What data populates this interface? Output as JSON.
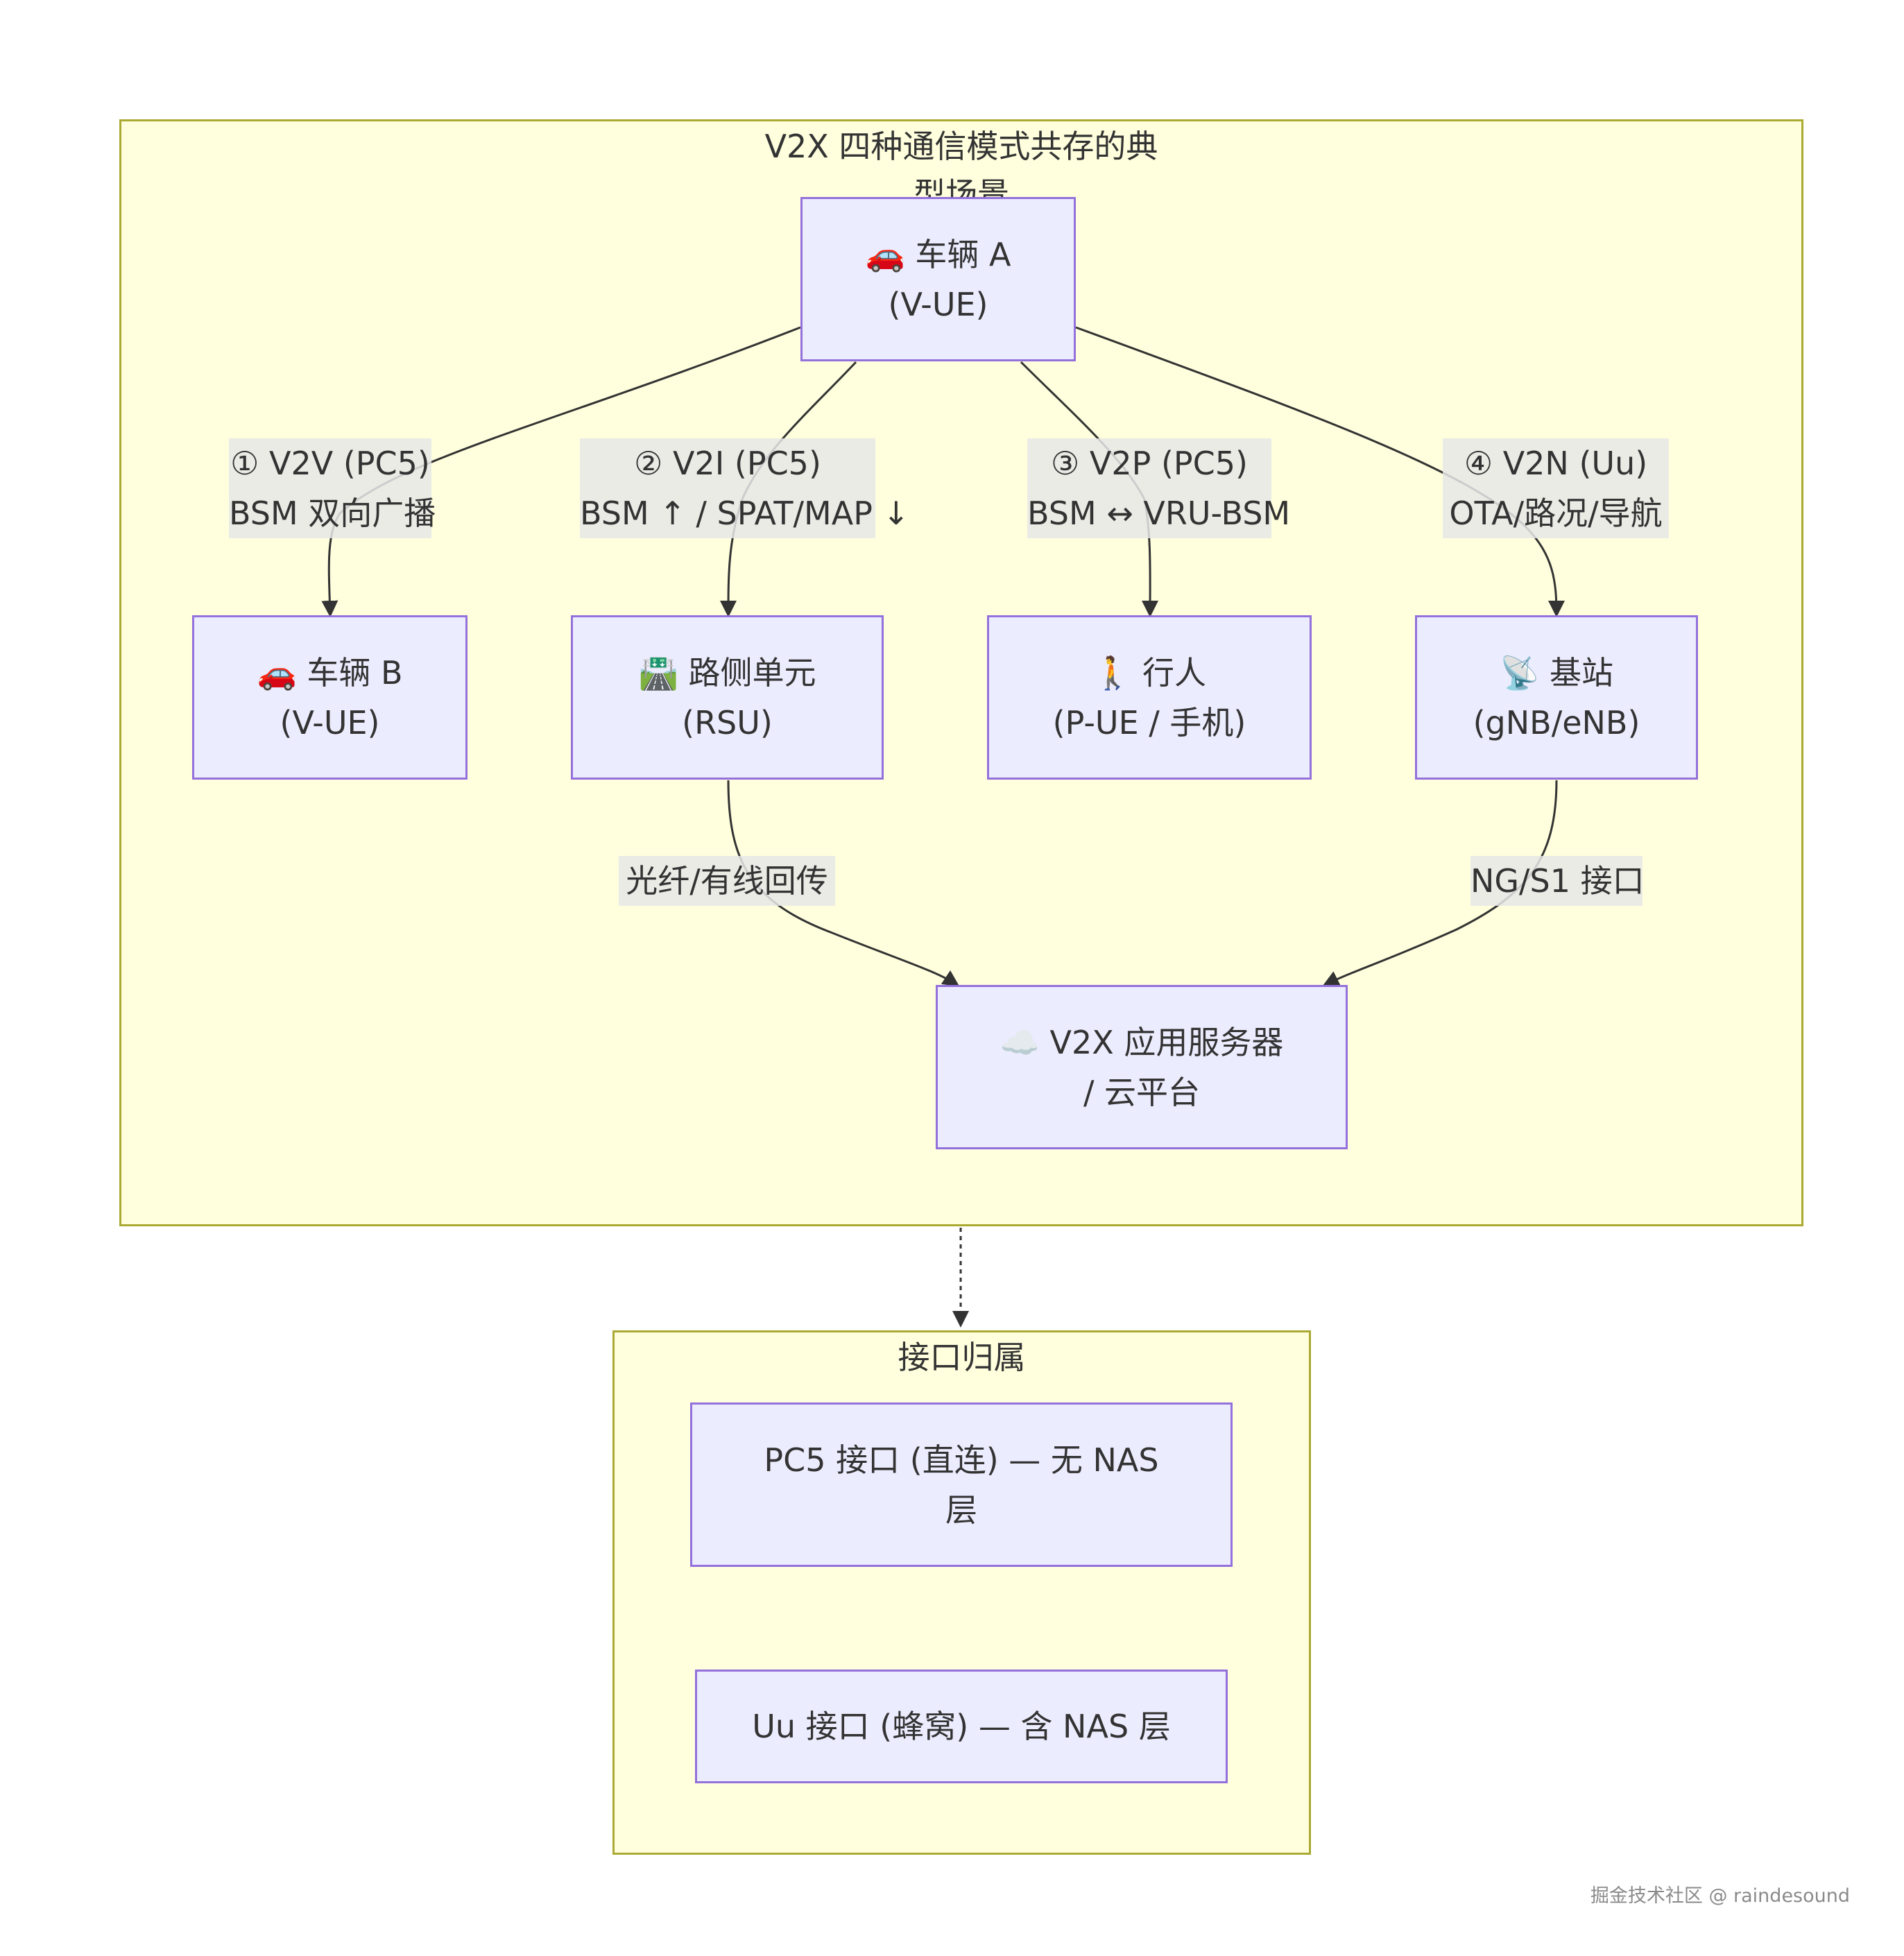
{
  "main_cluster": {
    "title_line1": "V2X 四种通信模式共存的典",
    "title_line2": "型场景"
  },
  "nodes": {
    "vehicle_a": {
      "line1": "🚗 车辆 A",
      "line2": "(V-UE)"
    },
    "vehicle_b": {
      "line1": "🚗 车辆 B",
      "line2": "(V-UE)"
    },
    "rsu": {
      "line1": "🛣️ 路侧单元",
      "line2": "(RSU)"
    },
    "pedestrian": {
      "line1": "🚶 行人",
      "line2": "(P-UE / 手机)"
    },
    "base_station": {
      "line1": "📡 基站",
      "line2": "(gNB/eNB)"
    },
    "server": {
      "line1": "☁️ V2X 应用服务器",
      "line2": "/ 云平台"
    }
  },
  "edge_labels": {
    "v2v": {
      "line1": "① V2V (PC5)",
      "line2": "BSM 双向广播"
    },
    "v2i": {
      "line1": "② V2I (PC5)",
      "line2": "BSM ↑ / SPAT/MAP ↓"
    },
    "v2p": {
      "line1": "③ V2P (PC5)",
      "line2": "BSM ↔ VRU-BSM"
    },
    "v2n": {
      "line1": "④ V2N (Uu)",
      "line2": "OTA/路况/导航"
    },
    "rsu_backhaul": "光纤/有线回传",
    "bs_interface": "NG/S1 接口"
  },
  "interface_cluster": {
    "title": "接口归属",
    "pc5": {
      "line1": "PC5 接口 (直连) — 无 NAS",
      "line2": "层"
    },
    "uu": "Uu 接口 (蜂窝) — 含 NAS 层"
  },
  "watermark": "掘金技术社区 @ raindesound",
  "colors": {
    "cluster_fill": "#ffffde",
    "cluster_border": "#aaaa33",
    "node_fill": "#ececff",
    "node_border": "#9370db",
    "edge": "#333333",
    "label_bg": "#e8e8e8"
  }
}
